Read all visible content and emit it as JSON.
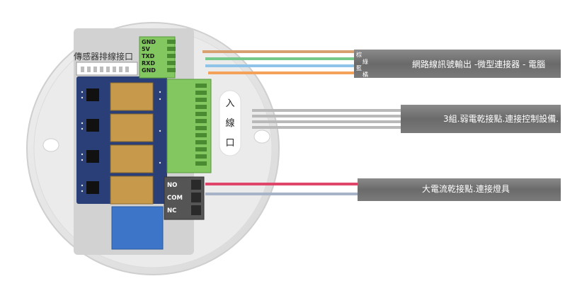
{
  "sensor_port_label": "傳感器排線接口",
  "serial_pins": [
    "GND",
    "5V",
    "TXD",
    "RXD",
    "GND"
  ],
  "entry_label": [
    "入",
    "線",
    "口"
  ],
  "relay_terminals": [
    "NO",
    "COM",
    "NC"
  ],
  "net_wire_label": "網路線訊號輸出 -微型連接器 - 電腦",
  "net_wire_tags": [
    "棕",
    "綠",
    "藍",
    "橘"
  ],
  "dry_contact_label": "3組.弱電乾接點.連接控制設備.",
  "power_contact_label": "大電流乾接點.連接燈具",
  "colors": {
    "wire_brown": "#d8a070",
    "wire_green": "#77c98a",
    "wire_blue": "#8fc3e8",
    "wire_orange": "#f4a25a",
    "wire_red": "#e0466a",
    "pcb_blue": "#2a3f77",
    "terminal_green": "#82c760",
    "relay_gold": "#c69a4a",
    "sleeve_gray": "#6b6b6b"
  }
}
